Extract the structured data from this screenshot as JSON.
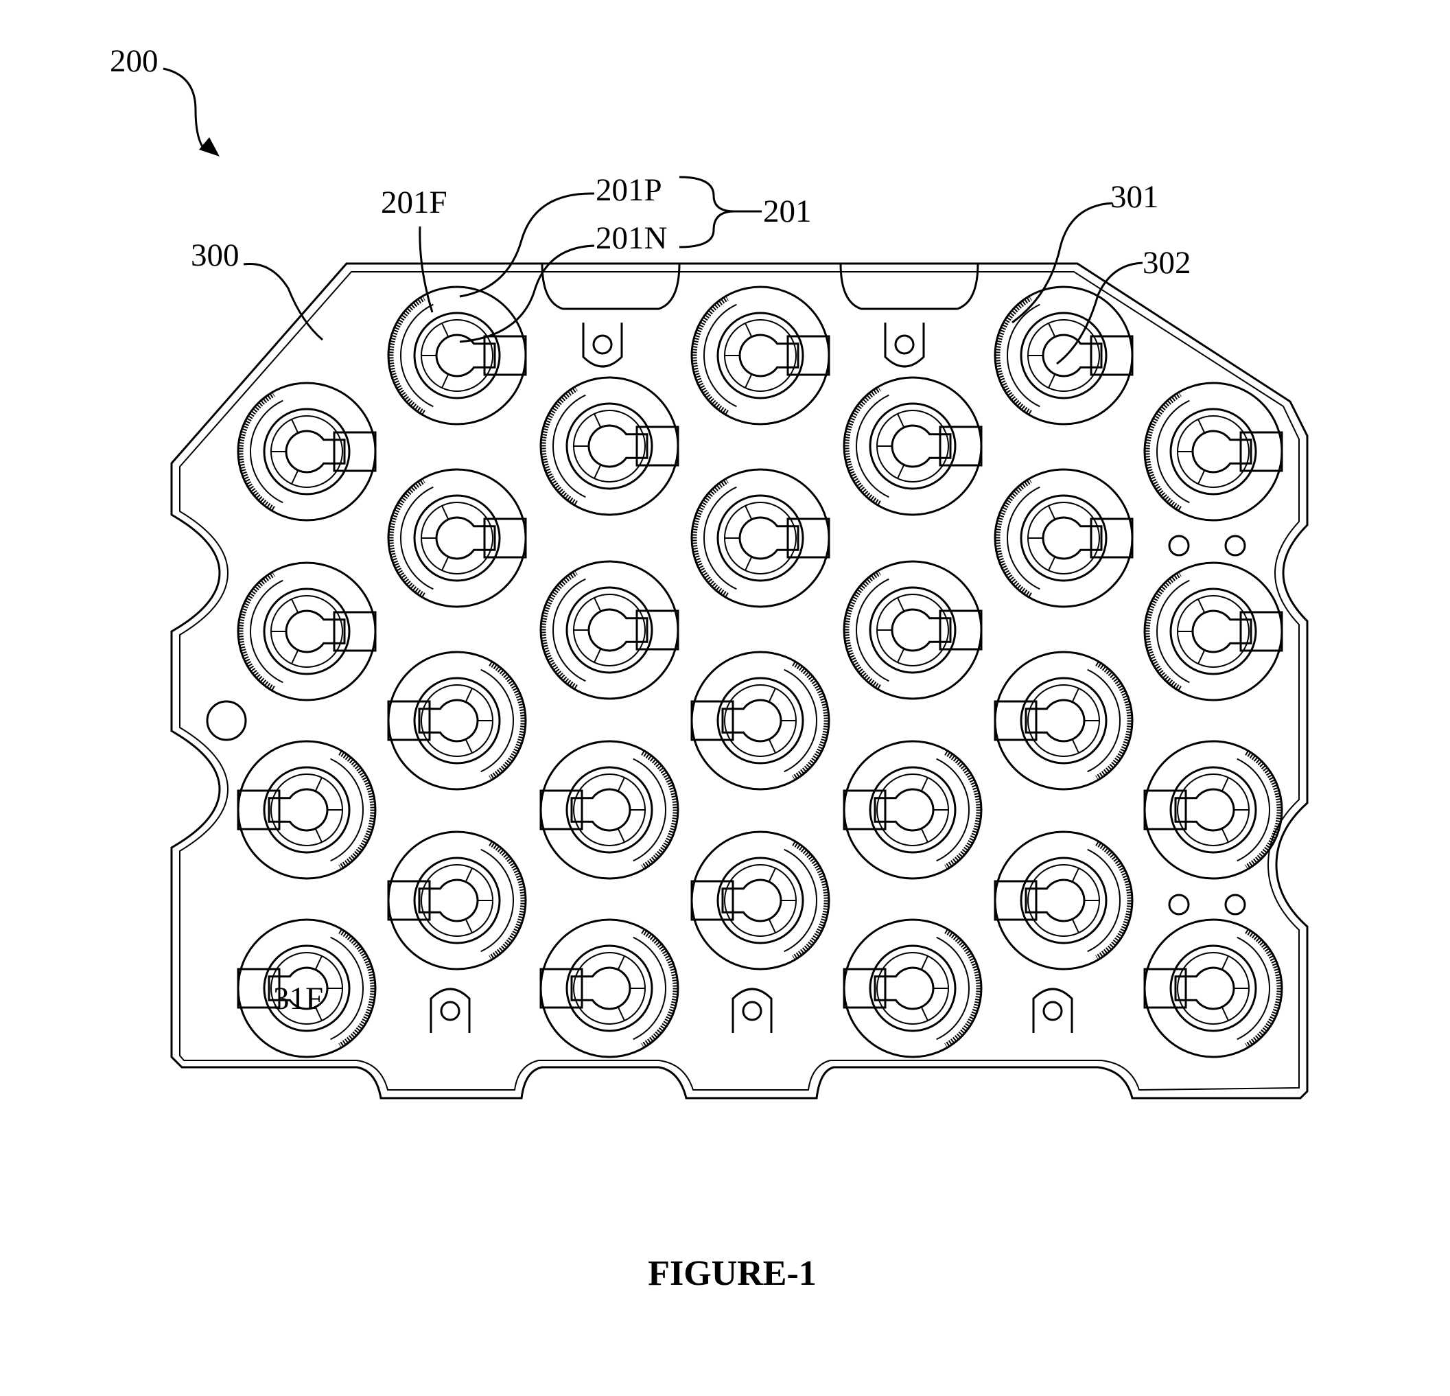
{
  "figure": {
    "title": "FIGURE-1",
    "labels": {
      "assembly": "200",
      "holder": "300",
      "cell_face": "201F",
      "positive": "201P",
      "negative": "201N",
      "cell": "201",
      "slot": "301",
      "contact": "302",
      "cell_face_bottom": "31F"
    }
  }
}
